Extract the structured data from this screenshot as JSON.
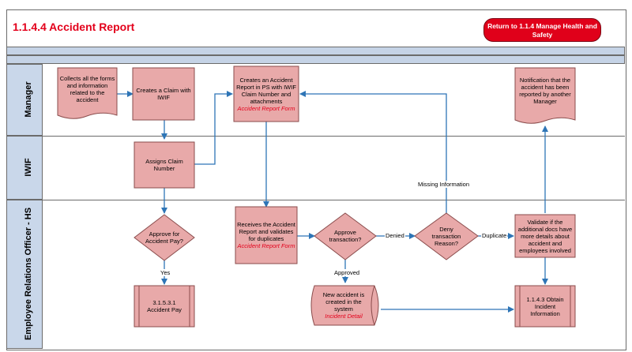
{
  "header": {
    "title": "1.1.4.4 Accident Report",
    "return_button": "Return to 1.1.4 Manage Health and Safety"
  },
  "lanes": [
    {
      "id": "manager",
      "label": "Manager"
    },
    {
      "id": "iwif",
      "label": "IWIF"
    },
    {
      "id": "ero",
      "label": "Employee Relations Officer - HS"
    }
  ],
  "nodes": {
    "collect_forms": {
      "text": "Collects all the forms and information related to the accident"
    },
    "create_claim": {
      "text": "Creates a Claim with IWIF"
    },
    "create_report": {
      "text": "Creates an Accident Report in PS with IWIF Claim Number and attachments",
      "ref": "Accident Report Form"
    },
    "notification": {
      "text": "Notification that the accident has been reported by another Manager"
    },
    "assign_claim": {
      "text": "Assigns Claim Number"
    },
    "approve_pay": {
      "text": "Approve for Accident Pay?"
    },
    "receive_report": {
      "text": "Receives the Accident Report and validates for duplicates",
      "ref": "Accident Report Form"
    },
    "approve_transaction": {
      "text": "Approve transaction?"
    },
    "deny_transaction": {
      "text": "Deny transaction Reason?"
    },
    "validate_docs": {
      "text": "Validate if the additional docs have more details about accident and employees involved"
    },
    "accident_pay": {
      "text": "3.1.5.3.1 Accident Pay"
    },
    "new_accident": {
      "text": "New accident is created in the system",
      "ref": "Incident Detail"
    },
    "obtain_info": {
      "text": "1.1.4.3 Obtain Incident Information"
    }
  },
  "edge_labels": {
    "yes": "Yes",
    "approved": "Approved",
    "denied": "Denied",
    "duplicate": "Duplicate",
    "missing": "Missing Information"
  },
  "colors": {
    "title": "#e3001b",
    "button": "#e0001a",
    "node_fill": "#e8a9a9",
    "node_stroke": "#8a4c4c",
    "arrow": "#2e75b6",
    "lane_header": "#c9d7ea",
    "reference_text": "#e3001b"
  }
}
